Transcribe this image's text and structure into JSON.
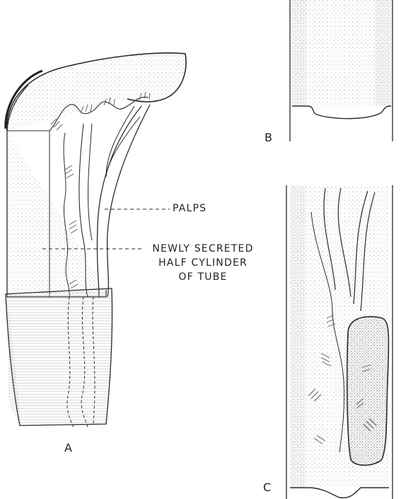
{
  "panels": {
    "a": "A",
    "b": "B",
    "c": "C"
  },
  "annotations": {
    "palps": "PALPS",
    "tube_line1": "NEWLY SECRETED",
    "tube_line2": "HALF CYLINDER",
    "tube_line3": "OF TUBE"
  },
  "colors": {
    "ink": "#2a2a2a",
    "stipple": "#8a8a8a",
    "paper": "#ffffff"
  }
}
